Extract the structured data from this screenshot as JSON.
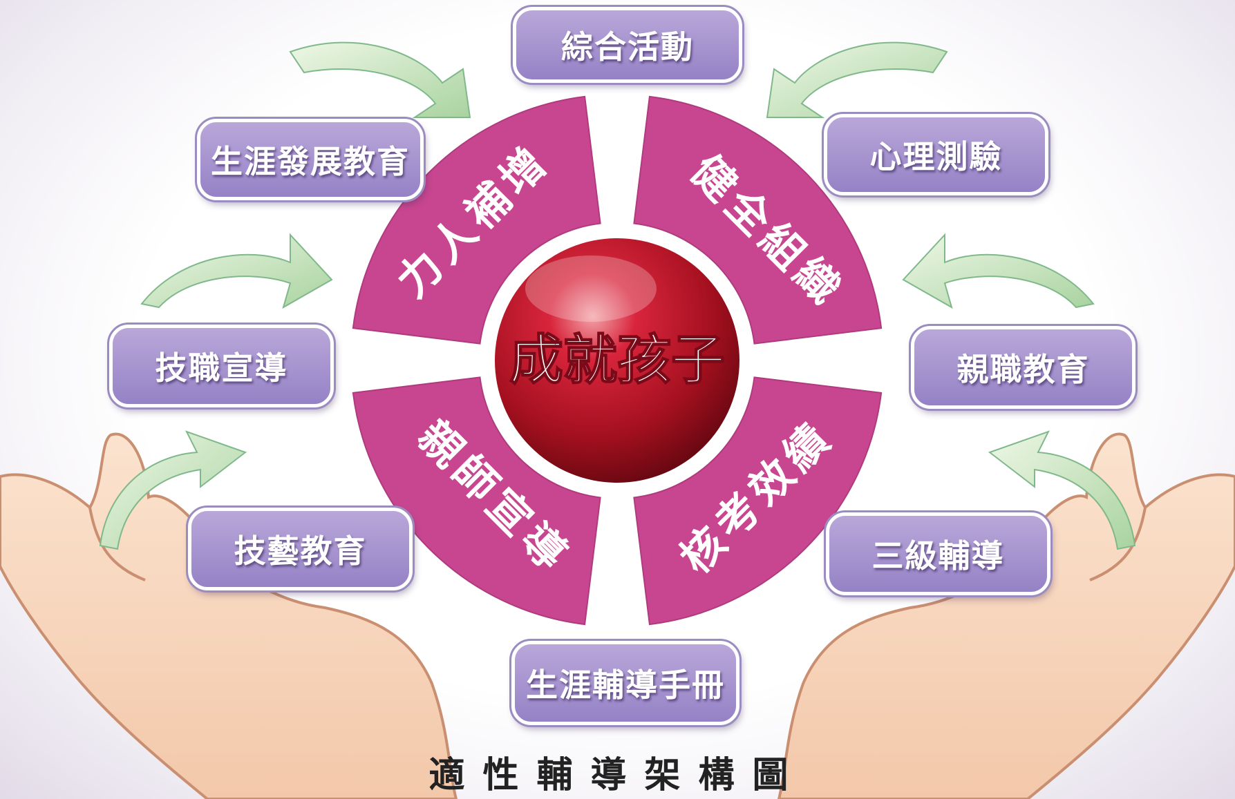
{
  "center_label": "成就孩子",
  "quadrants": [
    "力人補增",
    "健全組織",
    "親師宣導",
    "核考效績"
  ],
  "boxes": {
    "top": "綜合活動",
    "upper_left": "生涯發展教育",
    "upper_right": "心理測驗",
    "mid_left": "技職宣導",
    "mid_right": "親職教育",
    "lower_left": "技藝教育",
    "lower_right": "三級輔導",
    "bottom": "生涯輔導手冊"
  },
  "caption": "適性輔導架構圖",
  "colors": {
    "quadrant": "#c8468f",
    "sphere": "#c4122f",
    "box": "#a592d0",
    "arrow": "#c9e6c0"
  }
}
